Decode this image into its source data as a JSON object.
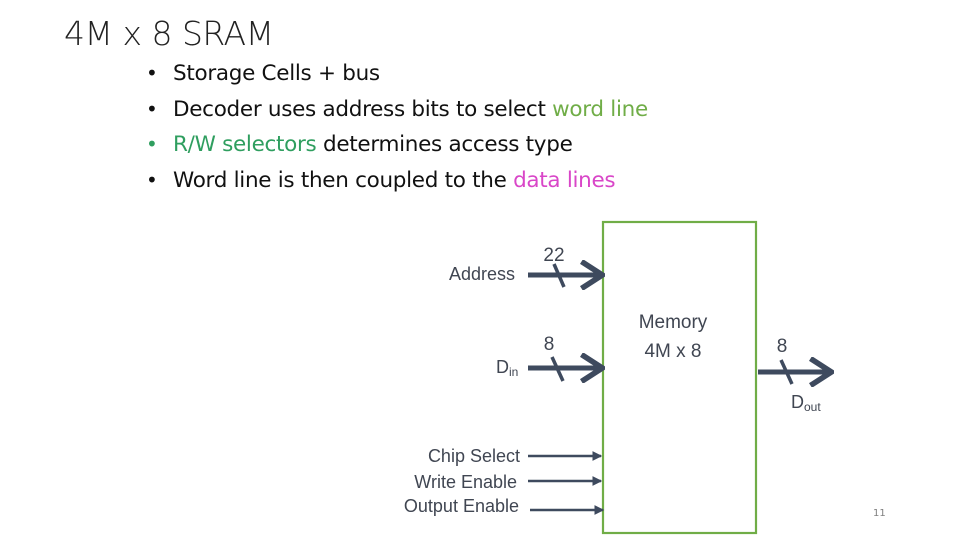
{
  "slide": {
    "title": "4M x 8 SRAM",
    "page_number": "11"
  },
  "bullets": [
    {
      "parts": [
        {
          "text": "Storage Cells + bus",
          "color": "default"
        }
      ],
      "bullet_color": "default"
    },
    {
      "parts": [
        {
          "text": "Decoder uses address bits to select ",
          "color": "default"
        },
        {
          "text": "word line",
          "color": "#70ad47"
        }
      ],
      "bullet_color": "default"
    },
    {
      "parts": [
        {
          "text": "R/W selectors",
          "color": "#2f9e5f"
        },
        {
          "text": " determines access type",
          "color": "default"
        }
      ],
      "bullet_color": "#2f9e5f"
    },
    {
      "parts": [
        {
          "text": "Word line is then coupled to the ",
          "color": "default"
        },
        {
          "text": "data lines",
          "color": "#d946c8"
        }
      ],
      "bullet_color": "default"
    }
  ],
  "diagram": {
    "block": {
      "line1": "Memory",
      "line2": "4M x 8",
      "border_color": "#70ad47"
    },
    "arrow_color": "#3e4a5e",
    "inputs": {
      "address": {
        "label": "Address",
        "width": "22"
      },
      "din": {
        "label_main": "D",
        "label_sub": "in",
        "width": "8"
      }
    },
    "outputs": {
      "dout": {
        "label_main": "D",
        "label_sub": "out",
        "width": "8"
      }
    },
    "controls": [
      "Chip Select",
      "Write Enable",
      "Output Enable"
    ]
  }
}
